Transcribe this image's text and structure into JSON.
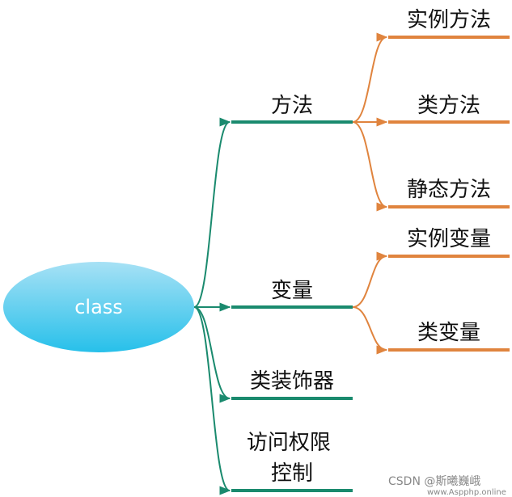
{
  "mindmap": {
    "root": "class",
    "colors": {
      "root_fill_top": "#a7e1f5",
      "root_fill_bottom": "#27c0ea",
      "branch": "#1a8a6e",
      "sub_branch": "#e0843e"
    },
    "branches": [
      {
        "label": "方法",
        "children": [
          "实例方法",
          "类方法",
          "静态方法"
        ]
      },
      {
        "label": "变量",
        "children": [
          "实例变量",
          "类变量"
        ]
      },
      {
        "label": "类装饰器",
        "children": []
      },
      {
        "label": "访问权限控制",
        "label_lines": [
          "访问权限",
          "控制"
        ],
        "children": []
      }
    ]
  },
  "watermark": {
    "line1": "CSDN @斯曦巍峨",
    "line2": "www.Aspphp.online"
  }
}
